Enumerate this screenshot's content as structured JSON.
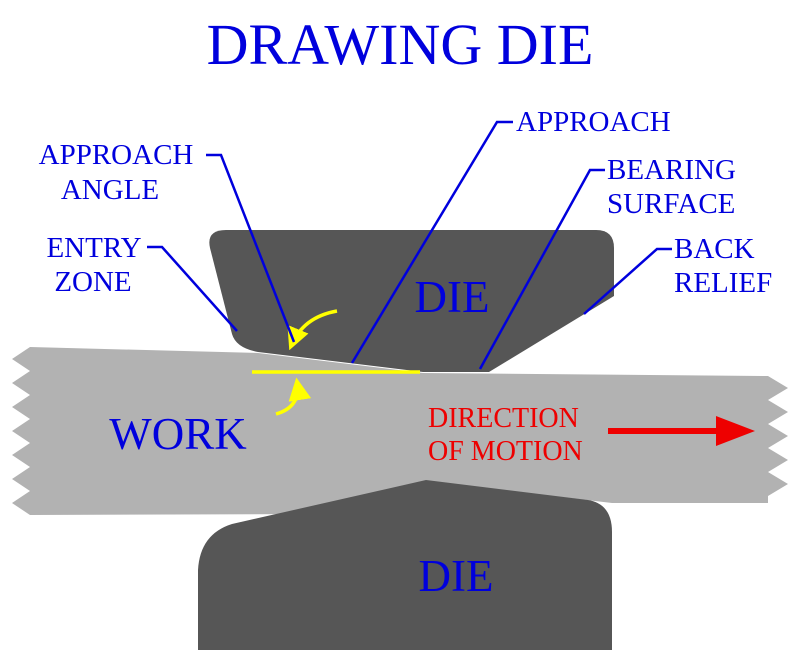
{
  "title": "DRAWING DIE",
  "colors": {
    "blue": "#0000dd",
    "red": "#ee0000",
    "yellow": "#ffff00",
    "die_gray": "#565656",
    "work_gray": "#b2b2b2",
    "background": "#ffffff"
  },
  "shapes": {
    "top_die_label": "DIE",
    "bottom_die_label": "DIE",
    "work_label": "WORK"
  },
  "callouts": {
    "approach_angle": {
      "line1": "APPROACH",
      "line2": "ANGLE"
    },
    "approach": {
      "line1": "APPROACH"
    },
    "bearing_surface": {
      "line1": "BEARING",
      "line2": "SURFACE"
    },
    "entry_zone": {
      "line1": "ENTRY",
      "line2": "ZONE"
    },
    "back_relief": {
      "line1": "BACK",
      "line2": "RELIEF"
    }
  },
  "direction": {
    "line1": "DIRECTION",
    "line2": "OF MOTION"
  }
}
